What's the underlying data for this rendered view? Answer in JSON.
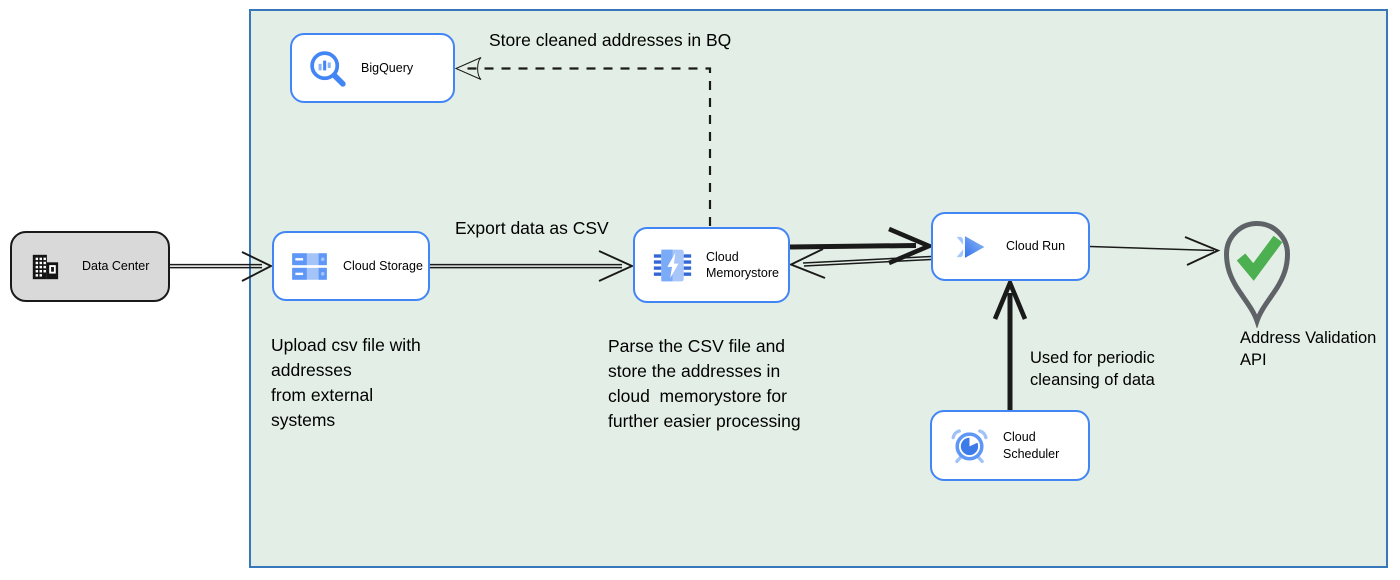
{
  "diagram_type": "cloud-architecture-flow",
  "nodes": {
    "data_center": {
      "label": "Data Center",
      "icon": "building-icon"
    },
    "bigquery": {
      "label": "BigQuery",
      "icon": "bigquery-magnifier-chart-icon"
    },
    "cloud_storage": {
      "label": "Cloud Storage",
      "icon": "storage-buckets-icon"
    },
    "cloud_memorystore": {
      "label": "Cloud Memorystore",
      "icon": "memory-chip-bolt-icon"
    },
    "cloud_run": {
      "label": "Cloud Run",
      "icon": "run-chevron-icon"
    },
    "cloud_scheduler": {
      "label": "Cloud Scheduler",
      "icon": "alarm-clock-icon"
    },
    "address_validation_api": {
      "label": "Address Validation\nAPI",
      "icon": "pin-checkmark-icon"
    }
  },
  "edges": {
    "store_bq": {
      "label": "Store cleaned addresses in BQ",
      "from": "cloud_memorystore",
      "to": "bigquery",
      "style": "dashed"
    },
    "export_csv": {
      "label": "Export data as CSV",
      "from": "cloud_storage",
      "to": "cloud_memorystore"
    },
    "ingest": {
      "label": "",
      "from": "data_center",
      "to": "cloud_storage"
    },
    "memorystore_to_run": {
      "label": "",
      "from": "cloud_memorystore",
      "to": "cloud_run",
      "style": "thick"
    },
    "run_to_memorystore": {
      "label": "",
      "from": "cloud_run",
      "to": "cloud_memorystore"
    },
    "run_to_api": {
      "label": "",
      "from": "cloud_run",
      "to": "address_validation_api"
    },
    "scheduler_to_run": {
      "label": "",
      "from": "cloud_scheduler",
      "to": "cloud_run",
      "style": "thick"
    }
  },
  "notes": {
    "upload": {
      "text": "Upload csv file with\naddresses\nfrom external\nsystems"
    },
    "parse": {
      "text": "Parse the CSV file and\nstore the addresses in\ncloud  memorystore for\nfurther easier processing"
    },
    "periodic": {
      "text": "Used for periodic\ncleansing of data"
    }
  },
  "colors": {
    "container_fill": "#E3EFE6",
    "container_border": "#3878BA",
    "node_border": "#4285F4",
    "node_fill": "#FFFFFF",
    "data_center_fill": "#D9D9D9",
    "icon_blue": "#4285F4",
    "icon_light_blue": "#A4C4F9",
    "check_green": "#4CAF50",
    "pin_gray": "#5F6368",
    "arrow_black": "#1A1A1A"
  }
}
